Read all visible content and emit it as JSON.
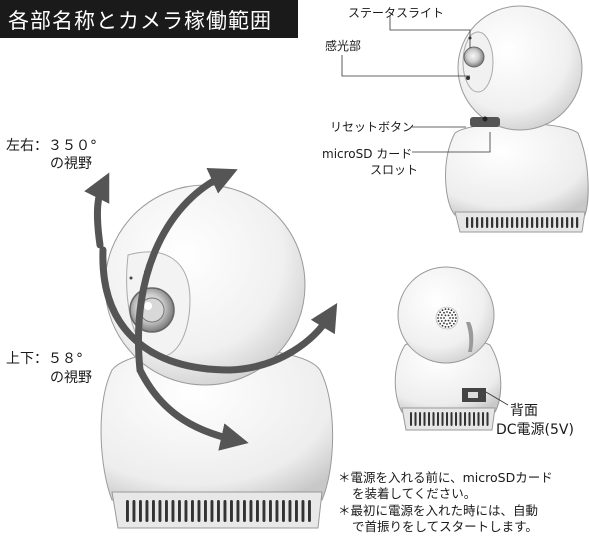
{
  "title": "各部名称とカメラ稼働範囲",
  "labels": {
    "status_light": "ステータスライト",
    "light_sensor": "感光部",
    "reset_button": "リセットボタン",
    "microsd_slot_line1": "microSD カード",
    "microsd_slot_line2": "スロット",
    "pan_line1": "左右：３５０°",
    "pan_line2": "の視野",
    "tilt_line1": "上下：５８°",
    "tilt_line2": "の視野",
    "back_line1": "背面",
    "back_line2": "DC電源(5V)"
  },
  "notes": {
    "note1_line1": "＊電源を入れる前に、microSDカード",
    "note1_line2": "を装着してください。",
    "note2_line1": "＊最初に電源を入れた時には、自動",
    "note2_line2": "で首振りをしてスタートします。"
  },
  "colors": {
    "title_bg": "#1a1a1a",
    "arrow": "#555555"
  }
}
